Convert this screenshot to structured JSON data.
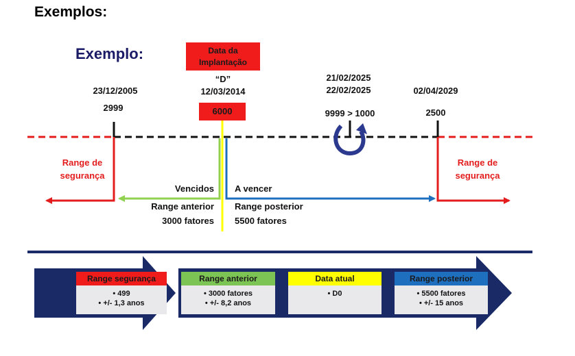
{
  "title": "Exemplos:",
  "subtitle": "Exemplo:",
  "implantacao": {
    "label": "Data da Implantação",
    "d_label": "“D”",
    "date": "12/03/2014",
    "value": "6000"
  },
  "points": {
    "left": {
      "date": "23/12/2005",
      "value": "2999"
    },
    "mid": {
      "date1": "21/02/2025",
      "date2": "22/02/2025",
      "value": "9999 > 1000"
    },
    "right": {
      "date": "02/04/2029",
      "value": "2500"
    }
  },
  "ranges": {
    "seg_left": "Range de segurança",
    "seg_right": "Range de segurança",
    "vencidos": "Vencidos",
    "a_vencer": "A vencer",
    "anterior_name": "Range anterior",
    "anterior_count": "3000 fatores",
    "posterior_name": "Range posterior",
    "posterior_count": "5500 fatores"
  },
  "colors": {
    "red": "#f01c1c",
    "green": "#92d050",
    "yellow": "#ffff00",
    "blue": "#1f6fbf",
    "navy": "#1a2a66"
  },
  "summary": [
    {
      "header": "Range segurança",
      "color": "#f01c1c",
      "lines": [
        "• 499",
        "• +/- 1,3 anos"
      ]
    },
    {
      "header": "Range anterior",
      "color": "#7cc454",
      "lines": [
        "• 3000 fatores",
        "• +/- 8,2 anos"
      ]
    },
    {
      "header": "Data atual",
      "color": "#ffff00",
      "lines": [
        "• D0"
      ]
    },
    {
      "header": "Range posterior",
      "color": "#1f6fbf",
      "lines": [
        "• 5500 fatores",
        "• +/- 15 anos"
      ]
    }
  ]
}
